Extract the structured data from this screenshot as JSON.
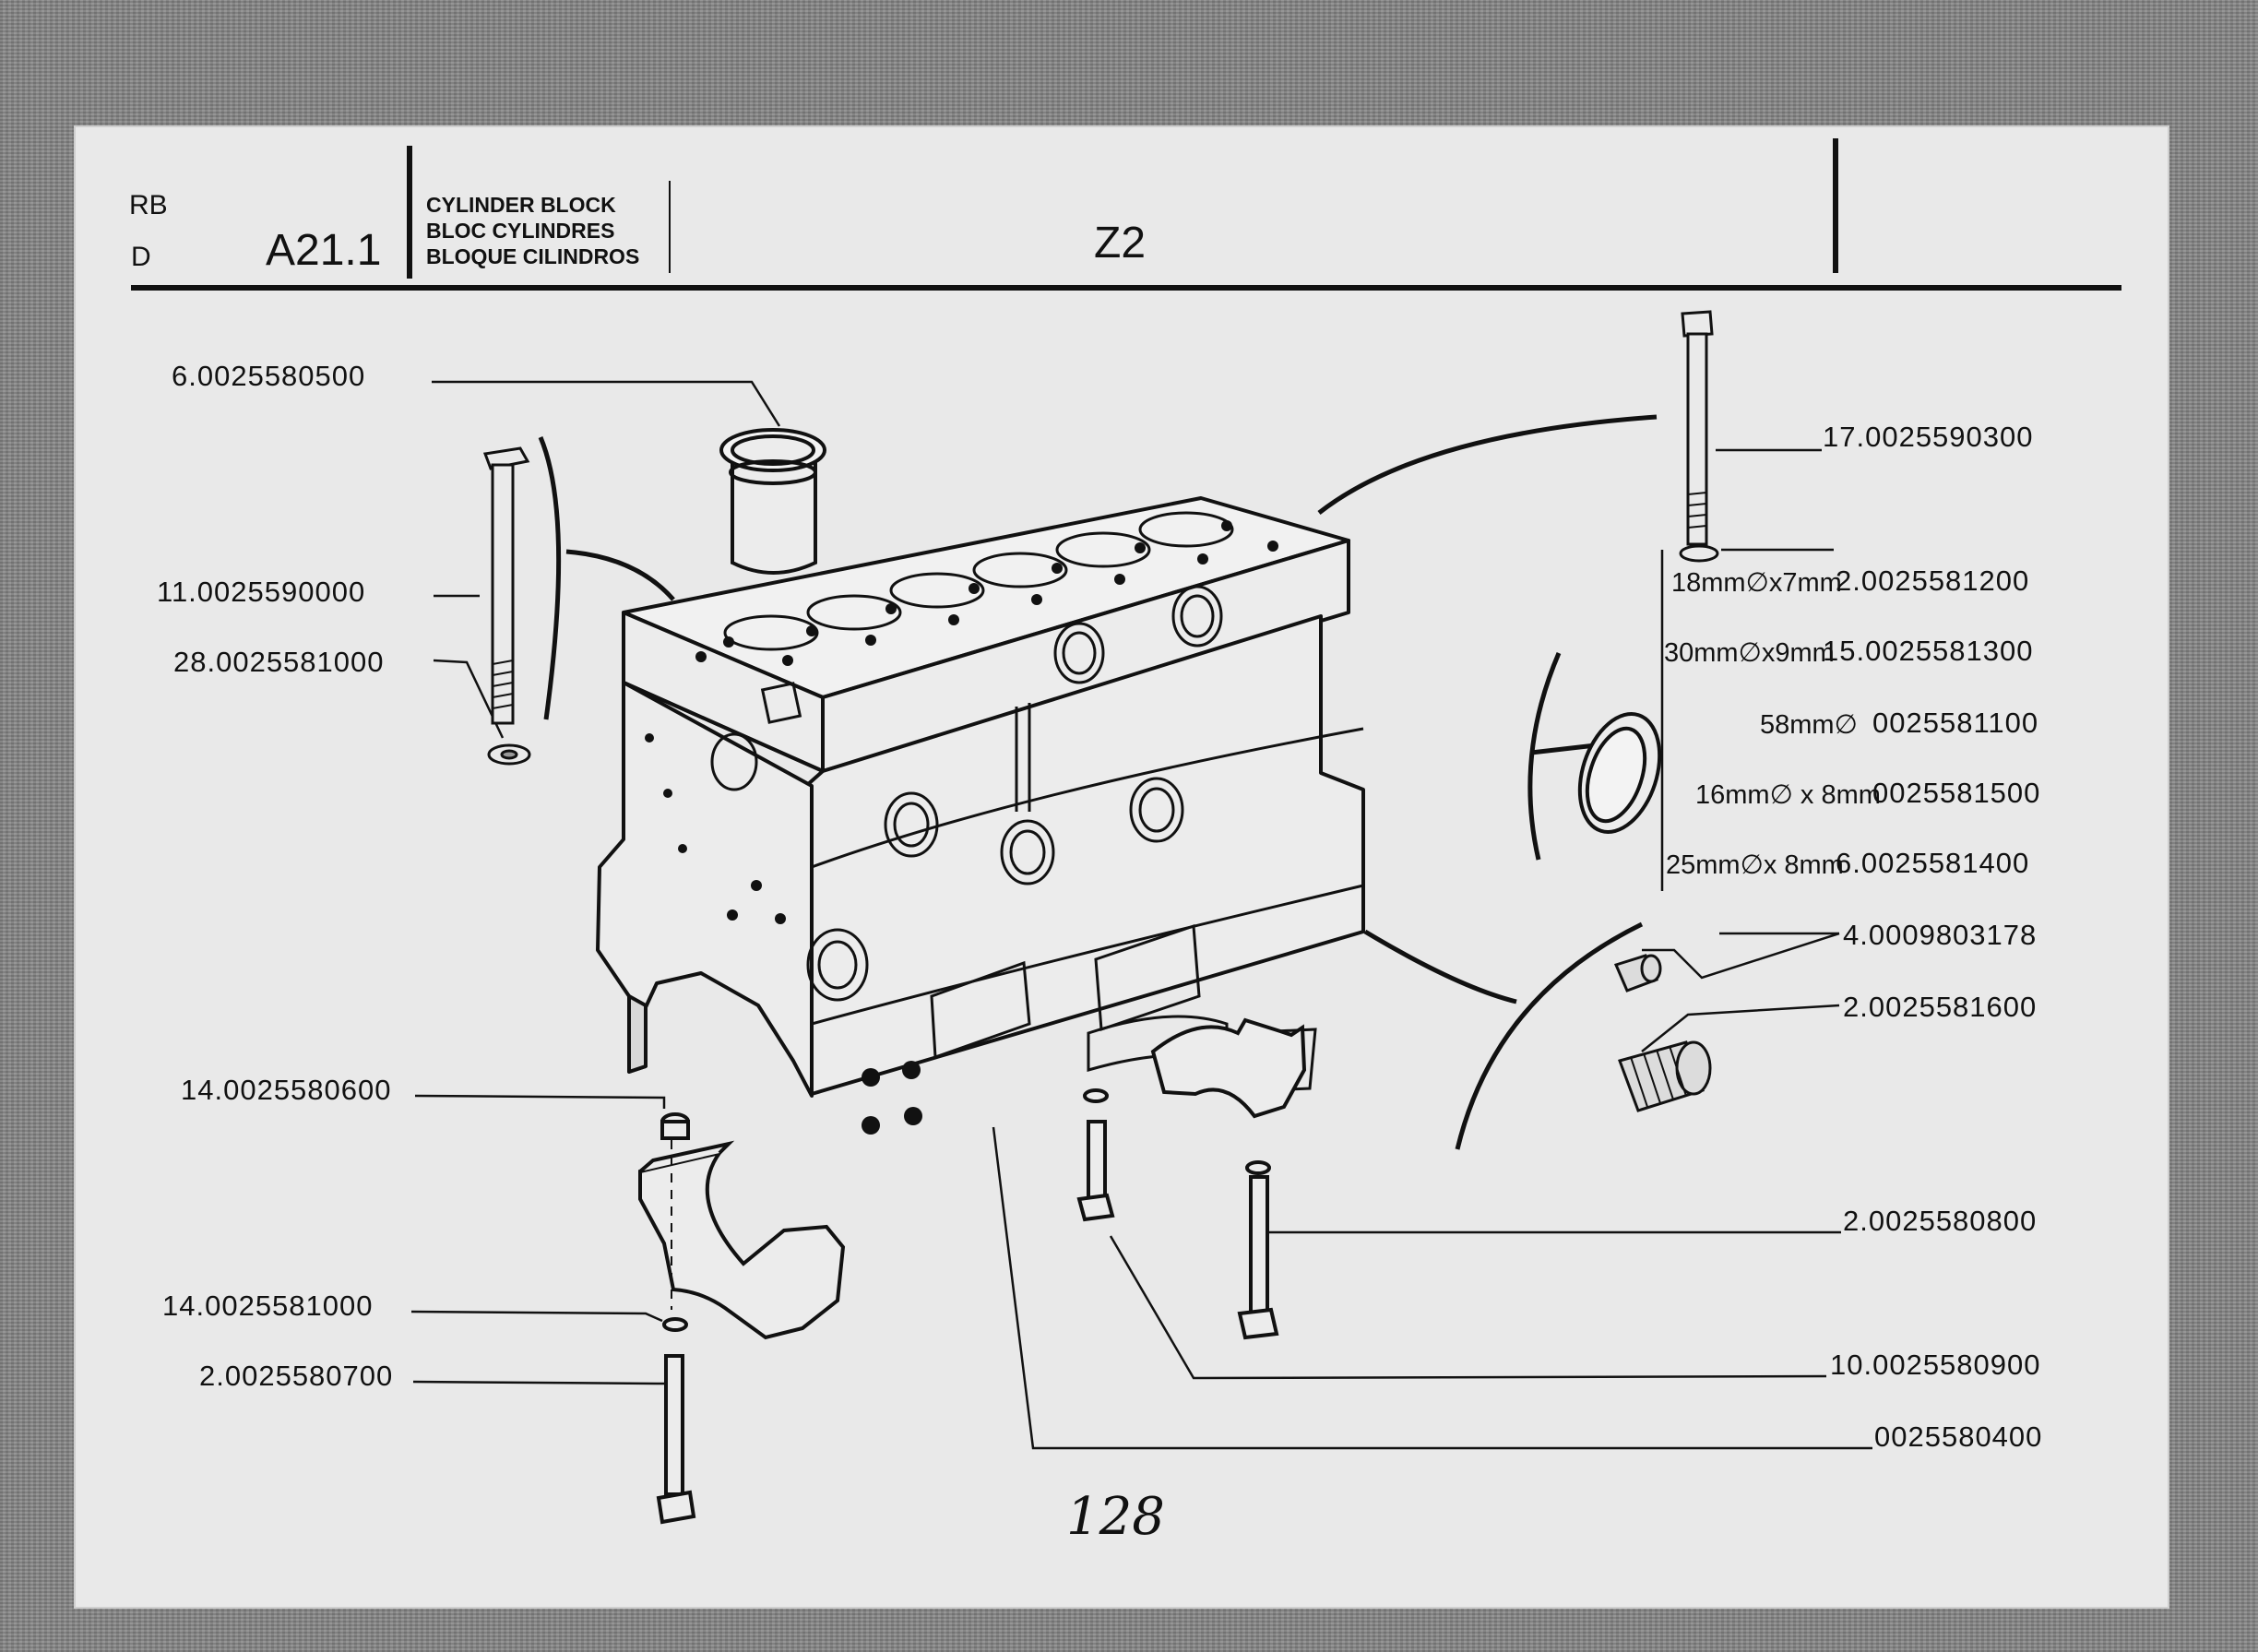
{
  "header": {
    "code_top": "RB",
    "code_bottom": "D",
    "section": "A21.1",
    "title_en": "CYLINDER BLOCK",
    "title_fr": "BLOC CYLINDRES",
    "title_es": "BLOQUE CILINDROS",
    "model": "Z2"
  },
  "callouts_left": [
    {
      "label": "6.0025580500"
    },
    {
      "label": "11.0025590000"
    },
    {
      "label": "28.0025581000"
    },
    {
      "label": "14.0025580600"
    },
    {
      "label": "14.0025581000"
    },
    {
      "label": "2.0025580700"
    }
  ],
  "callouts_right": [
    {
      "label": "17.0025590300"
    },
    {
      "dim": "18mm∅x7mm",
      "label": "2.0025581200"
    },
    {
      "dim": "30mm∅x9mm",
      "label": "15.0025581300"
    },
    {
      "dim": "58mm∅",
      "label": "0025581100"
    },
    {
      "dim": "16mm∅ x 8mm",
      "label": "0025581500"
    },
    {
      "dim": "25mm∅x 8mm",
      "label": "6.0025581400"
    },
    {
      "label": "4.0009803178"
    },
    {
      "label": "2.0025581600"
    },
    {
      "label": "2.0025580800"
    },
    {
      "label": "10.0025580900"
    },
    {
      "label": "0025580400"
    }
  ],
  "page_number": "128"
}
